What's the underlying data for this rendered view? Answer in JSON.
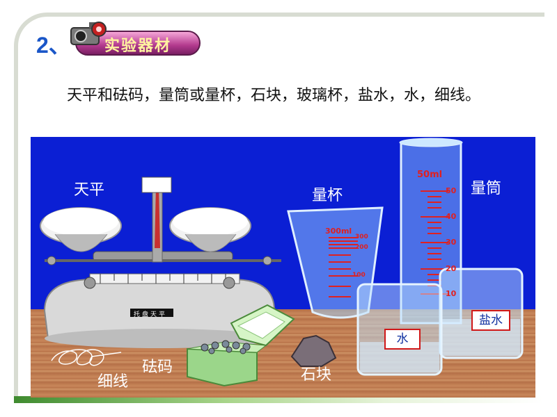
{
  "header": {
    "number": "2、",
    "title": "实验器材"
  },
  "paragraph": "天平和砝码，量筒或量杯，石块，玻璃杯，盐水，水，细线。",
  "scene": {
    "balance_label": "天平",
    "balance_plate_text": "托盘天平",
    "measuring_cup_label": "量杯",
    "cup_mark_300": "300ml",
    "cup_tick_300": "300",
    "cup_tick_200": "200",
    "cup_tick_100": "100",
    "cylinder_label": "量筒",
    "cylinder_top": "50ml",
    "cylinder_ticks": [
      "50",
      "40",
      "30",
      "20",
      "10"
    ],
    "water_tag": "水",
    "saltwater_tag": "盐水",
    "thread_label": "细线",
    "weights_label": "砝码",
    "stone_label": "石块"
  },
  "colors": {
    "background_blue": "#0b1fd4",
    "table_wood": "#c8865a",
    "tag_border_red": "#d01818",
    "title_pill": "#b33a8e"
  }
}
